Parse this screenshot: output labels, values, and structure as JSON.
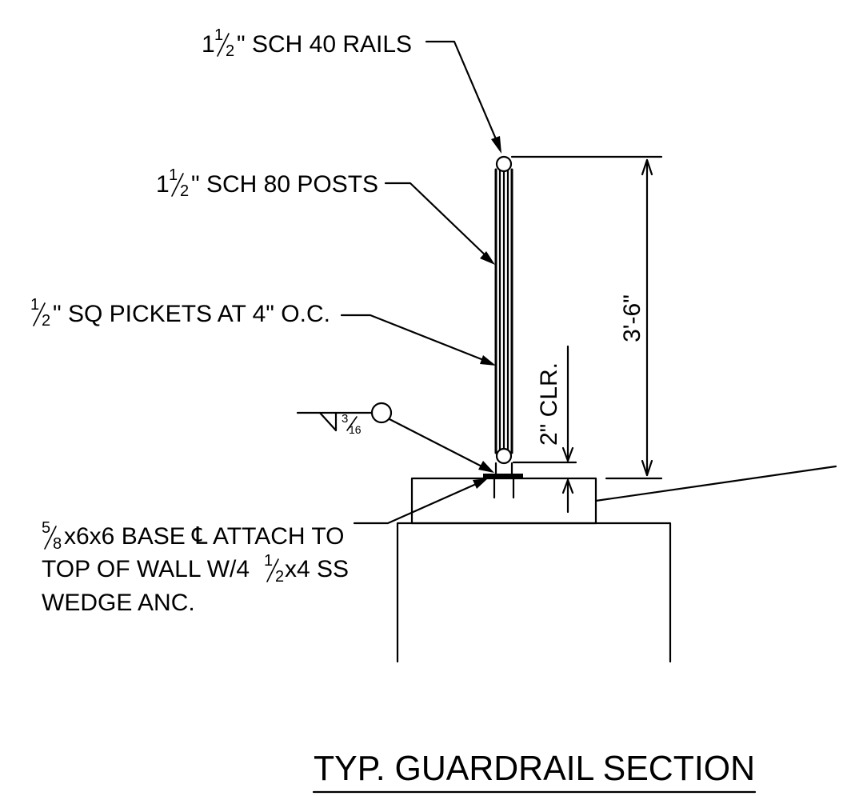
{
  "labels": {
    "rails": {
      "whole": "1",
      "num": "1",
      "den": "2",
      "rest": "\" SCH 40 RAILS"
    },
    "posts": {
      "whole": "1",
      "num": "1",
      "den": "2",
      "rest": "\" SCH 80 POSTS"
    },
    "pickets": {
      "num": "1",
      "den": "2",
      "rest": "\" SQ PICKETS AT 4\" O.C."
    },
    "base": {
      "line1_num": "5",
      "line1_den": "8",
      "line1_rest": "x6x6 BASE ℄ ATTACH TO",
      "line2_a": "TOP OF WALL W/4 ",
      "line2_num": "1",
      "line2_den": "2",
      "line2_rest": "x4 SS",
      "line3": "WEDGE ANC."
    }
  },
  "weld": {
    "num": "3",
    "den": "16"
  },
  "dimensions": {
    "height": "3'-6\"",
    "clearance": "2\" CLR."
  },
  "title": "TYP. GUARDRAIL SECTION"
}
